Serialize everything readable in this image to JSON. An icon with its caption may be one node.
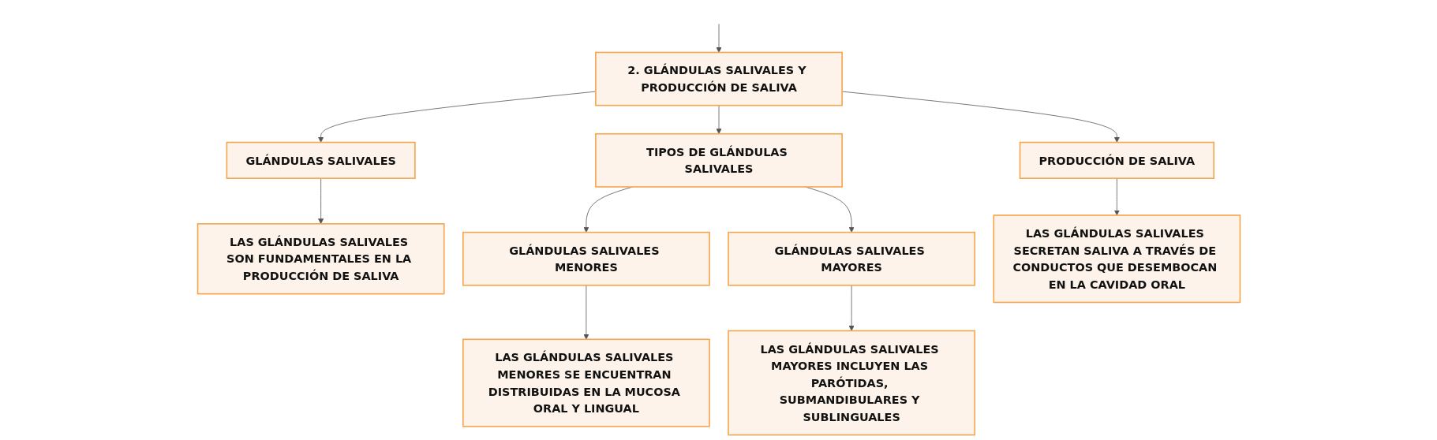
{
  "diagram": {
    "nodes": [
      {
        "text": [
          "2. GLÁNDULAS SALIVALES Y PRODUCCIÓN DE SALIVA"
        ]
      },
      {
        "text": [
          "GLÁNDULAS SALIVALES"
        ]
      },
      {
        "text": [
          "TIPOS DE GLÁNDULAS SALIVALES"
        ]
      },
      {
        "text": [
          "PRODUCCIÓN DE SALIVA"
        ]
      },
      {
        "text": [
          "LAS GLÁNDULAS SALIVALES SON FUNDAMENTALES EN LA PRODUCCIÓN DE SALIVA"
        ]
      },
      {
        "text": [
          "GLÁNDULAS SALIVALES MENORES"
        ]
      },
      {
        "text": [
          "GLÁNDULAS SALIVALES MAYORES"
        ]
      },
      {
        "text": [
          "LAS GLÁNDULAS SALIVALES SECRETAN SALIVA A TRAVÉS DE CONDUCTOS QUE DESEMBOCAN EN LA CAVIDAD ORAL"
        ]
      },
      {
        "text": [
          "LAS GLÁNDULAS SALIVALES MENORES SE ENCUENTRAN DISTRIBUIDAS EN LA MUCOSA ORAL Y LINGUAL"
        ]
      },
      {
        "text": [
          "LAS GLÁNDULAS SALIVALES MAYORES INCLUYEN LAS PARÓTIDAS, SUBMANDIBULARES Y SUBLINGUALES"
        ]
      }
    ],
    "edges": [
      {
        "from": null,
        "to": 0,
        "arrow": "to"
      },
      {
        "from": 0,
        "to": 1,
        "arrow": "to"
      },
      {
        "from": 0,
        "to": 2,
        "arrow": "to"
      },
      {
        "from": 0,
        "to": 3,
        "arrow": "to"
      },
      {
        "from": 1,
        "to": 4,
        "arrow": "to"
      },
      {
        "from": 2,
        "to": 5,
        "arrow": "to"
      },
      {
        "from": 2,
        "to": 6,
        "arrow": "to"
      },
      {
        "from": 3,
        "to": 7,
        "arrow": "to"
      },
      {
        "from": 5,
        "to": 8,
        "arrow": "to"
      },
      {
        "from": 6,
        "to": 9,
        "arrow": "to"
      }
    ]
  }
}
